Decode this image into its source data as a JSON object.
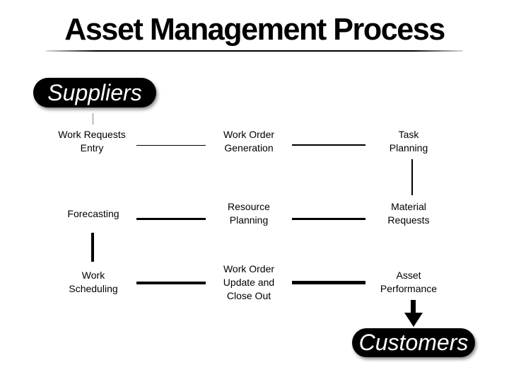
{
  "title": "Asset Management Process",
  "start_label": "Suppliers",
  "end_label": "Customers",
  "steps": [
    {
      "id": "work-requests-entry",
      "label": "Work Requests\nEntry"
    },
    {
      "id": "work-order-generation",
      "label": "Work Order\nGeneration"
    },
    {
      "id": "task-planning",
      "label": "Task\nPlanning"
    },
    {
      "id": "forecasting",
      "label": "Forecasting"
    },
    {
      "id": "resource-planning",
      "label": "Resource\nPlanning"
    },
    {
      "id": "material-requests",
      "label": "Material\nRequests"
    },
    {
      "id": "work-scheduling",
      "label": "Work\nScheduling"
    },
    {
      "id": "work-order-update",
      "label": "Work Order\nUpdate and\nClose Out"
    },
    {
      "id": "asset-performance",
      "label": "Asset\nPerformance"
    }
  ],
  "colors": {
    "background": "#ffffff",
    "foreground": "#000000",
    "pill_text": "#ffffff"
  },
  "icons": {
    "flow_arrow": "down-arrow-icon"
  }
}
